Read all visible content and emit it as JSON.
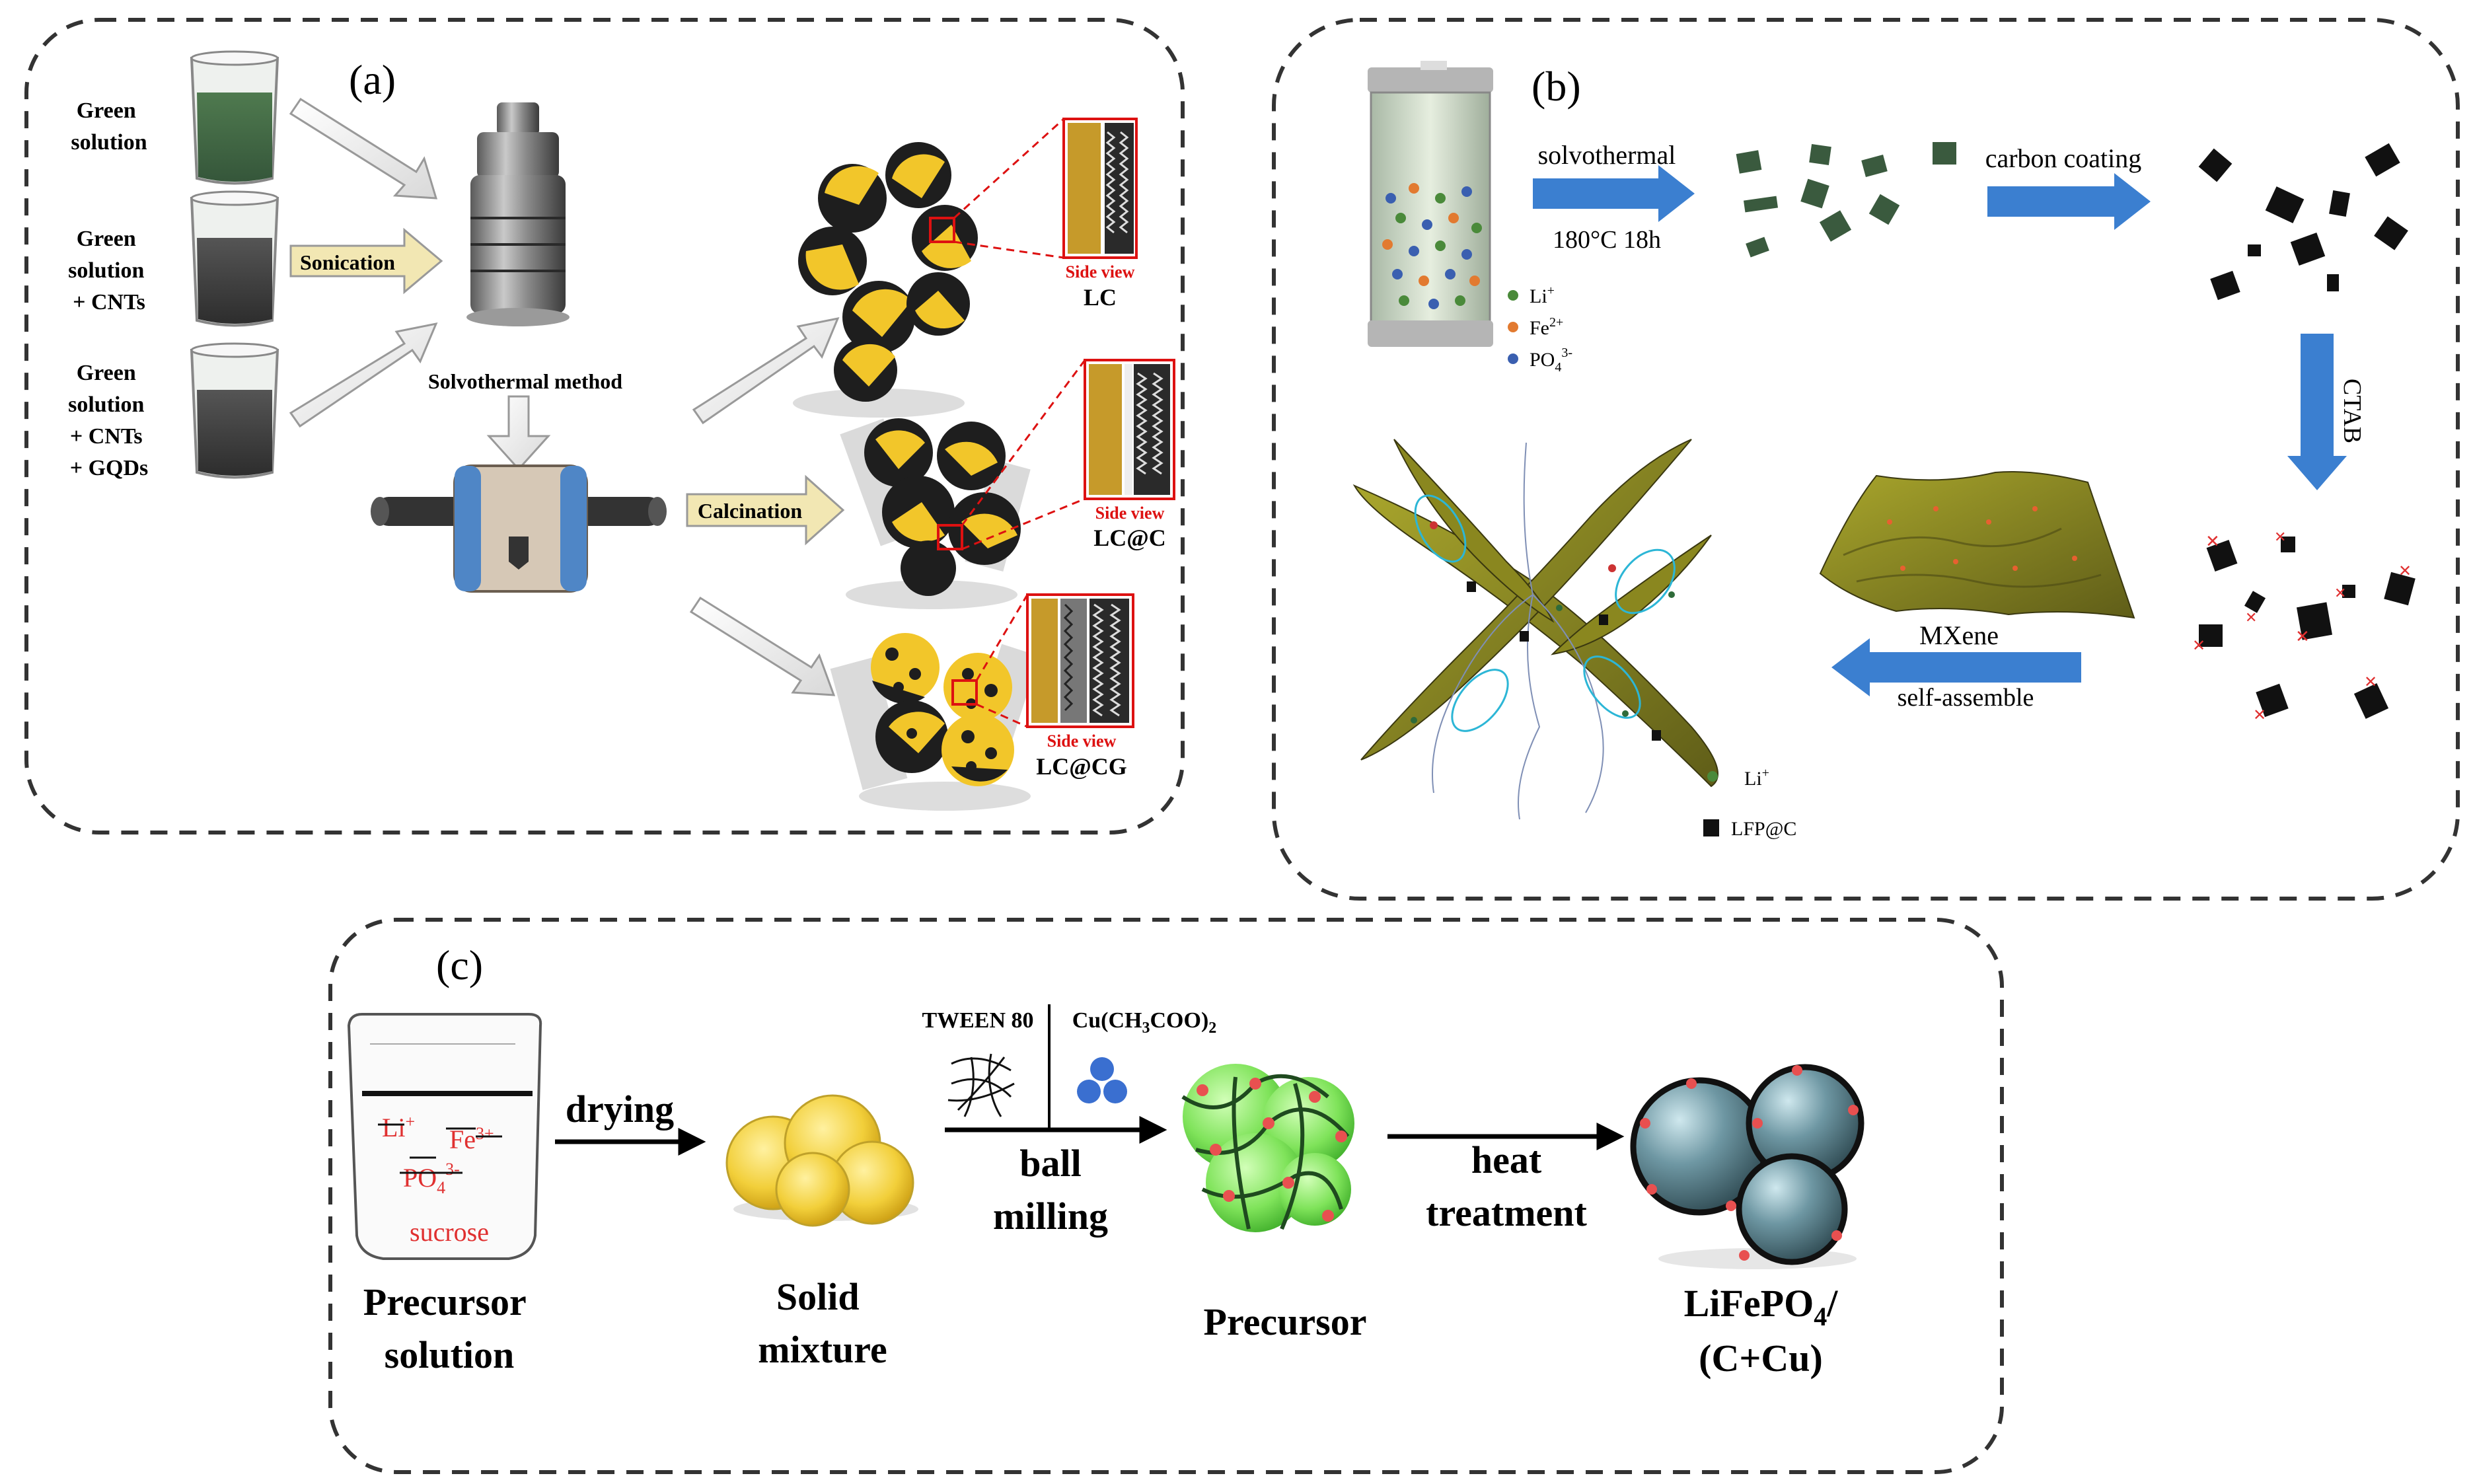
{
  "panel_a": {
    "label": "(a)",
    "solution_1": [
      "Green",
      "solution"
    ],
    "solution_2": [
      "Green",
      "solution",
      "+ CNTs"
    ],
    "solution_3": [
      "Green",
      "solution",
      "+ CNTs",
      "+ GQDs"
    ],
    "sonication": "Sonication",
    "solvothermal": "Solvothermal method",
    "calcination": "Calcination",
    "side_view": "Side view",
    "products": [
      "LC",
      "LC@C",
      "LC@CG"
    ]
  },
  "panel_b": {
    "label": "(b)",
    "solvothermal": "solvothermal",
    "condition": "180°C 18h",
    "carbon_coating": "carbon coating",
    "ctab": "CTAB",
    "mxene": "MXene",
    "self_assemble": "self-assemble",
    "legend_top": {
      "li": "Li",
      "li_sup": "+",
      "fe": "Fe",
      "fe_sup": "2+",
      "po": "PO",
      "po_sub": "4",
      "po_sup": "3-"
    },
    "legend_bottom": {
      "li": "Li",
      "li_sup": "+",
      "lfp": "LFP@C"
    }
  },
  "panel_c": {
    "label": "(c)",
    "beaker_ions": {
      "li": "Li",
      "li_sup": "+",
      "fe": "Fe",
      "fe_sup": "3+",
      "po": "PO",
      "po_sub": "4",
      "po_sup": "3-",
      "sucrose": "sucrose"
    },
    "drying": "drying",
    "tween": "TWEEN 80",
    "cu_salt": "Cu(CH",
    "cu_sub": "3",
    "cu_mid": "COO)",
    "cu_sub2": "2",
    "ball": "ball",
    "milling": "milling",
    "heat": "heat",
    "treatment": "treatment",
    "precursor_solution": [
      "Precursor",
      "solution"
    ],
    "solid_mixture": [
      "Solid",
      "mixture"
    ],
    "precursor": "Precursor",
    "product_line1": "LiFePO",
    "product_sub": "4",
    "product_slash": "/",
    "product_line2": "(C+Cu)"
  },
  "colors": {
    "border": "#333333",
    "blue_arrow": "#3b7fd0",
    "yellow": "#e8b82a",
    "green_blob": "#7fe35a",
    "sphere": "#5f8a96",
    "ion_red": "#e03030"
  }
}
